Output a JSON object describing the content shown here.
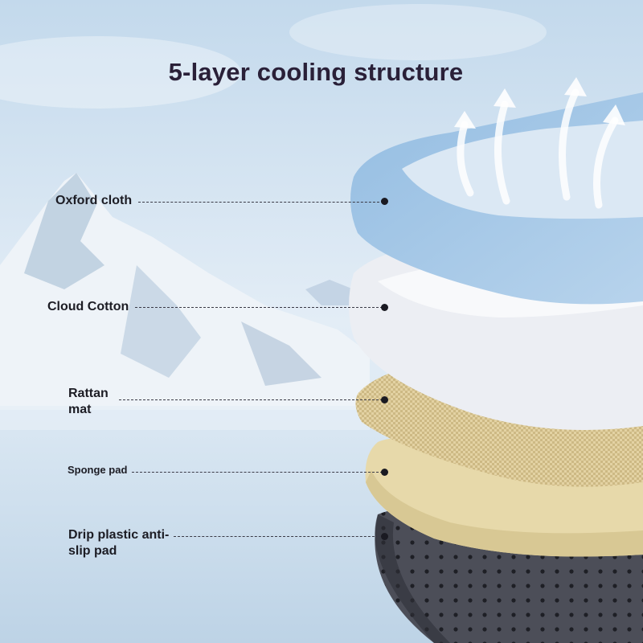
{
  "title": "5-layer cooling structure",
  "layers": [
    {
      "label": "Oxford cloth",
      "color": "#a9c9e6"
    },
    {
      "label": "Cloud Cotton",
      "color": "#ecedf2"
    },
    {
      "label": "Rattan mat",
      "color": "#e6d6a8"
    },
    {
      "label": "Sponge pad",
      "color": "#e9dcae"
    },
    {
      "label": "Drip plastic anti-slip pad",
      "color": "#4a4c57"
    }
  ],
  "colors": {
    "sky_top": "#cfe1f0",
    "sky_bottom": "#dbe7f1",
    "water": "#c6d9e8",
    "title": "#2a2038"
  },
  "icons": [
    "mountain-background",
    "airflow-arrow-icon"
  ]
}
